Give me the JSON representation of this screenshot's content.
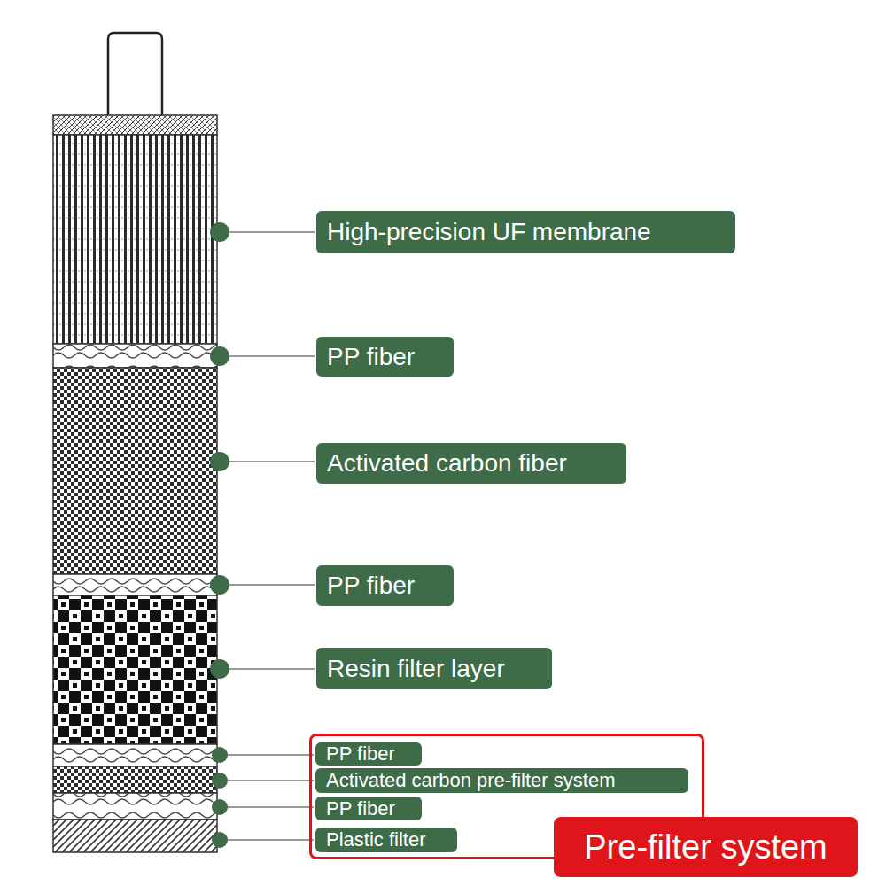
{
  "diagram": {
    "nodes": [
      {
        "text": [
          "High-precision UF membrane"
        ]
      },
      {
        "text": [
          "PP fiber"
        ]
      },
      {
        "text": [
          "Activated carbon fiber"
        ]
      },
      {
        "text": [
          "PP fiber"
        ]
      },
      {
        "text": [
          "Resin filter layer"
        ]
      },
      {
        "text": [
          "Pre-filter system"
        ]
      },
      {
        "text": [
          "PP fiber"
        ],
        "in": 5
      },
      {
        "text": [
          "Activated carbon pre-filter system"
        ],
        "in": 5
      },
      {
        "text": [
          "PP fiber"
        ],
        "in": 5
      },
      {
        "text": [
          "Plastic filter"
        ],
        "in": 5
      }
    ],
    "edges": []
  }
}
